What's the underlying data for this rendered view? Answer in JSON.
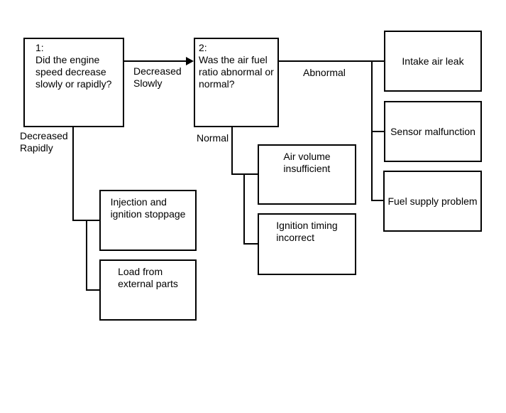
{
  "colors": {
    "background": "#ffffff",
    "line": "#000000",
    "text": "#000000"
  },
  "nodes": {
    "q1": {
      "number": "1:",
      "text": "Did the engine\nspeed decrease\nslowly or rapidly?"
    },
    "q2": {
      "number": "2:",
      "text": "Was the air fuel\nratio abnormal or\nnormal?"
    },
    "intake_air_leak": {
      "text": "Intake air leak"
    },
    "sensor_malfunction": {
      "text": "Sensor malfunction"
    },
    "fuel_supply_problem": {
      "text": "Fuel supply problem"
    },
    "air_volume_insufficient": {
      "text": "Air volume\ninsufficient"
    },
    "ignition_timing_incorrect": {
      "text": "Ignition timing\nincorrect"
    },
    "injection_ignition_stoppage": {
      "text": "Injection and\nignition stoppage"
    },
    "load_external_parts": {
      "text": "Load from\nexternal parts"
    }
  },
  "edge_labels": {
    "decreased_slowly": "Decreased\nSlowly",
    "decreased_rapidly": "Decreased\nRapidly",
    "abnormal": "Abnormal",
    "normal": "Normal"
  }
}
